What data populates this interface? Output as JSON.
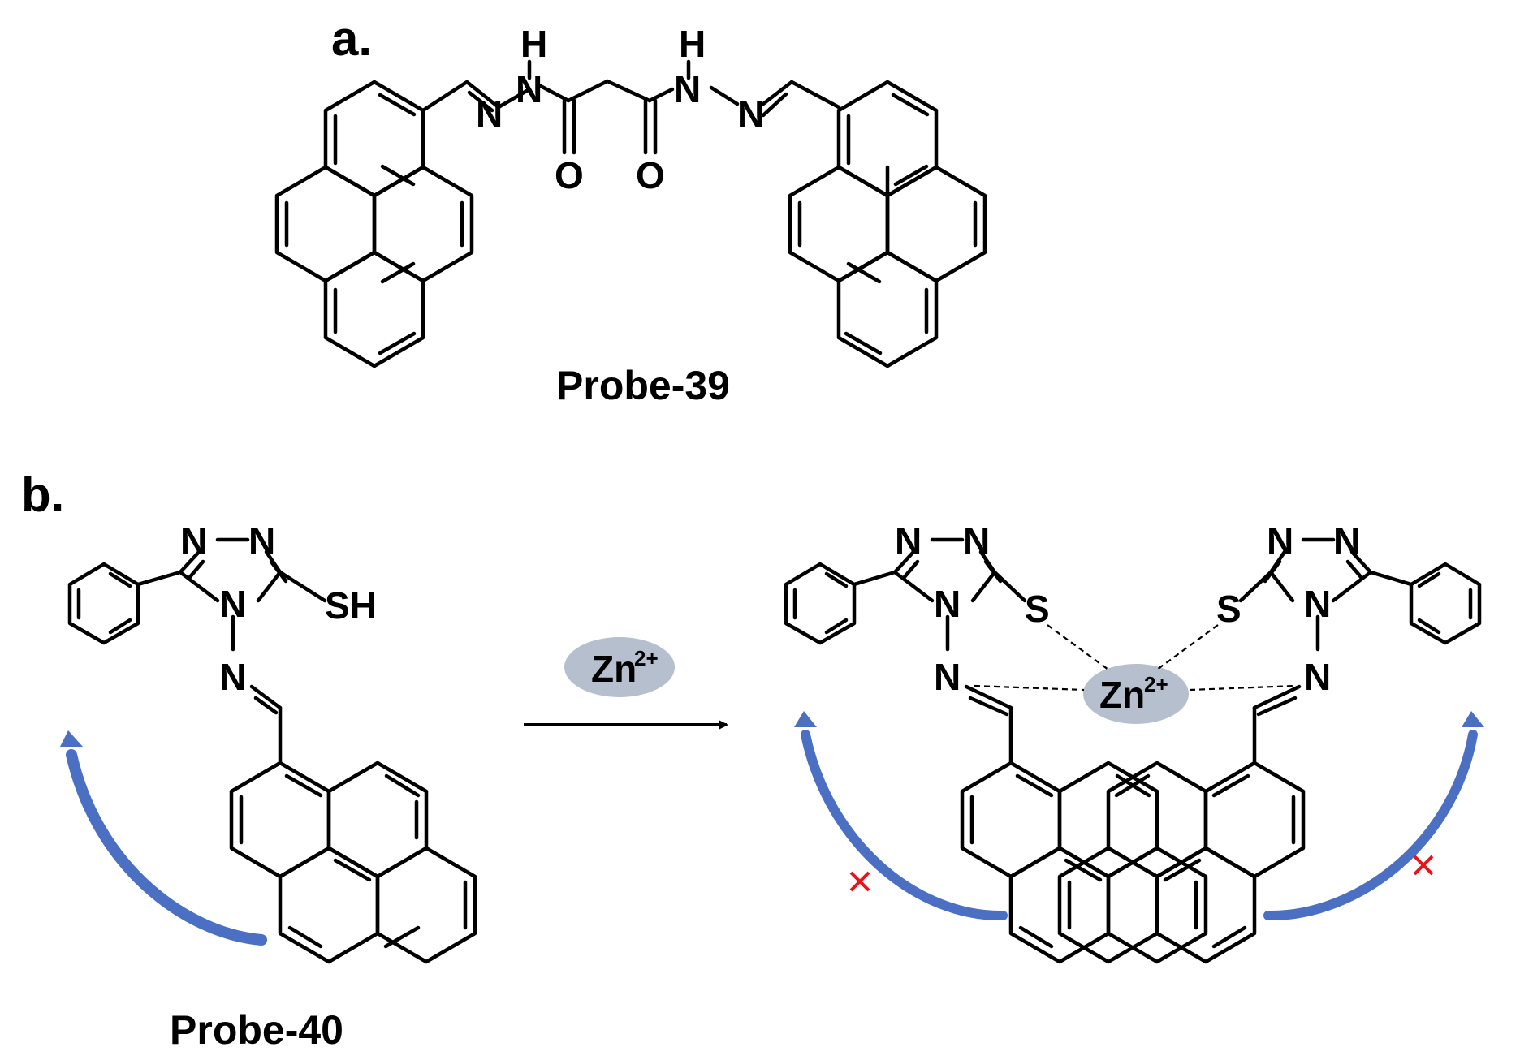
{
  "panel_a": {
    "label": "a.",
    "compound_name": "Probe-39",
    "atoms": {
      "h_left": "H",
      "n_nh_left": "N",
      "n_imine_left": "N",
      "o_left": "O",
      "h_right": "H",
      "n_nh_right": "N",
      "n_imine_right": "N",
      "o_right": "O"
    }
  },
  "panel_b": {
    "label": "b.",
    "compound_name": "Probe-40",
    "reagent": {
      "ion": "Zn",
      "charge": "2+"
    },
    "complex_ion": {
      "ion": "Zn",
      "charge": "2+"
    },
    "probe40_atoms": {
      "n1": "N",
      "n2": "N",
      "n4": "N",
      "n_imine": "N",
      "sh": "SH"
    },
    "complex_left_atoms": {
      "n1": "N",
      "n2": "N",
      "n4": "N",
      "n_imine": "N",
      "s": "S"
    },
    "complex_right_atoms": {
      "n1": "N",
      "n2": "N",
      "n4": "N",
      "n_imine": "N",
      "s": "S"
    },
    "colors": {
      "arrow_blue": "#4a6fc3",
      "ion_ellipse": "#b6bfcd",
      "blocked_mark": "#e8141b"
    }
  }
}
